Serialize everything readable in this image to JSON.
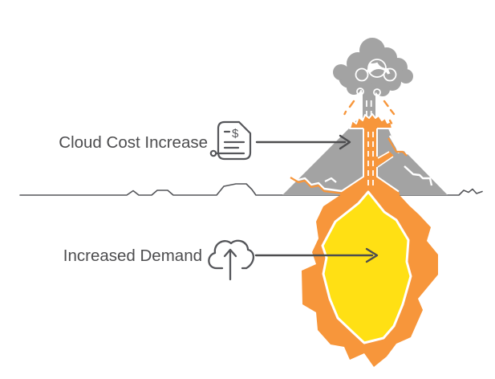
{
  "diagram": {
    "description": "Volcano metaphor infographic: underground demand magma erupting as cloud cost increase",
    "callouts": {
      "cloud_cost": {
        "label": "Cloud Cost Increase",
        "icon": "invoice-document-icon",
        "icon_symbol": "$",
        "points_to": "volcano-cone"
      },
      "increased_demand": {
        "label": "Increased Demand",
        "icon": "cloud-upload-icon",
        "points_to": "magma-chamber"
      }
    },
    "colors": {
      "volcano_gray": "#A3A3A3",
      "lava_orange": "#F7963B",
      "magma_yellow": "#FFE014",
      "ink_text": "#4D4D4F",
      "line_gray": "#55565A",
      "background": "#FFFFFF"
    },
    "scene_elements": [
      "smoke-plume",
      "eruption-column",
      "lava-sparks",
      "volcano-cone",
      "lava-channel",
      "ground-line",
      "magma-chamber-outer",
      "magma-chamber-inner"
    ]
  }
}
